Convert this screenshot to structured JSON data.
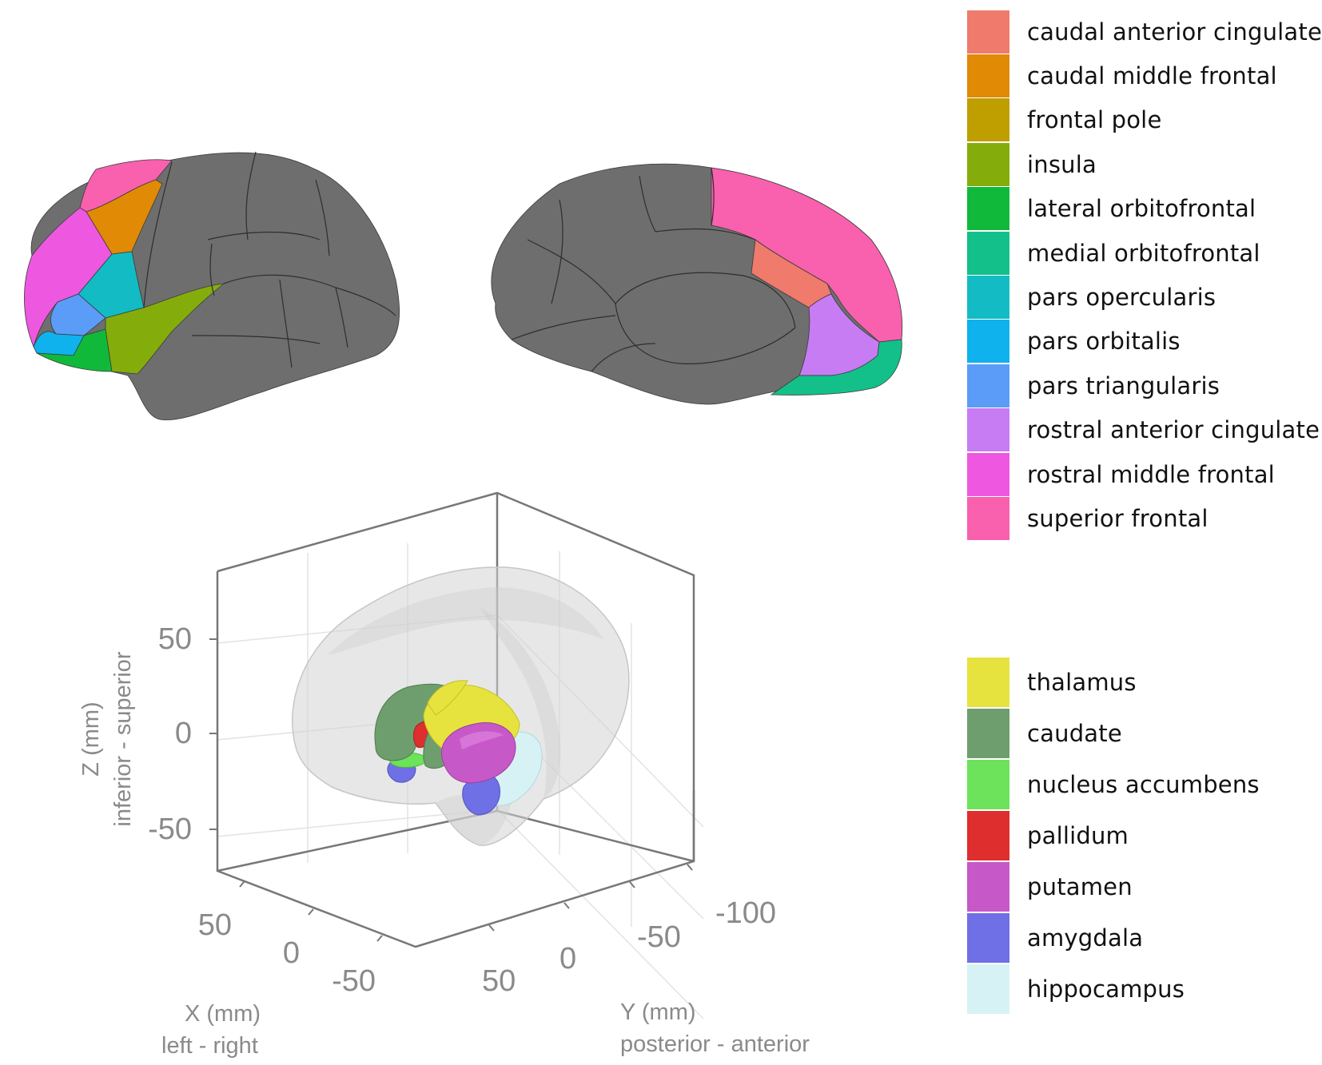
{
  "cortical_legend": [
    {
      "label": "caudal anterior cingulate",
      "color": "#F07A6C"
    },
    {
      "label": "caudal middle frontal",
      "color": "#E08A05"
    },
    {
      "label": "frontal pole",
      "color": "#BF9E00"
    },
    {
      "label": "insula",
      "color": "#84AD0C"
    },
    {
      "label": "lateral orbitofrontal",
      "color": "#11B93B"
    },
    {
      "label": "medial orbitofrontal",
      "color": "#13C08A"
    },
    {
      "label": "pars opercularis",
      "color": "#13BCC4"
    },
    {
      "label": "pars orbitalis",
      "color": "#0FB2EC"
    },
    {
      "label": "pars triangularis",
      "color": "#5A9CF8"
    },
    {
      "label": "rostral anterior cingulate",
      "color": "#C77CF4"
    },
    {
      "label": "rostral middle frontal",
      "color": "#EE58E0"
    },
    {
      "label": "superior frontal",
      "color": "#F960AE"
    }
  ],
  "subcortical_legend": [
    {
      "label": "thalamus",
      "color": "#E6E33E"
    },
    {
      "label": "caudate",
      "color": "#6E9E6E"
    },
    {
      "label": "nucleus accumbens",
      "color": "#6CE35A"
    },
    {
      "label": "pallidum",
      "color": "#DE2E2E"
    },
    {
      "label": "putamen",
      "color": "#C758C8"
    },
    {
      "label": "amygdala",
      "color": "#6F6FE6"
    },
    {
      "label": "hippocampus",
      "color": "#D6F2F5"
    }
  ],
  "colors": {
    "brain_gray": "#6E6E6E",
    "glass_brain": "#D4D4D4",
    "axis_text": "#8A8A8A",
    "axis_box": "#777777"
  },
  "axes": {
    "z_ticks": [
      "50",
      "0",
      "-50"
    ],
    "x_ticks": [
      "50",
      "0",
      "-50"
    ],
    "y_ticks": [
      "50",
      "0",
      "-50",
      "-100"
    ],
    "z_label_1": "Z (mm)",
    "z_label_2": "inferior - superior",
    "x_label_1": "X (mm)",
    "x_label_2": "left - right",
    "y_label_1": "Y (mm)",
    "y_label_2": "posterior - anterior"
  }
}
